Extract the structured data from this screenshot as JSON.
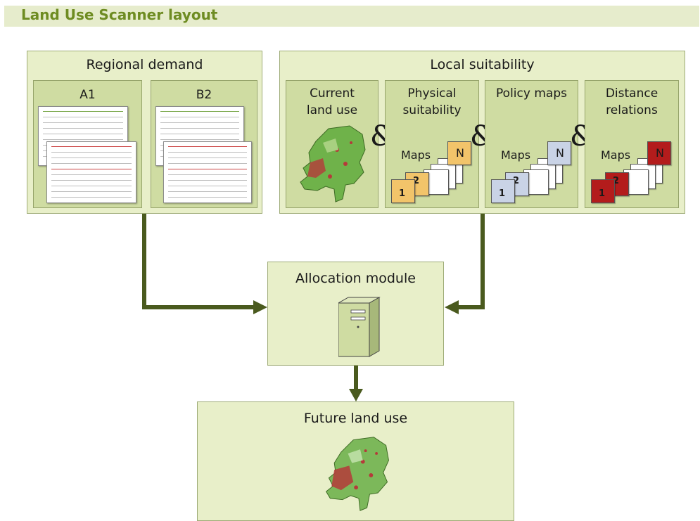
{
  "header": {
    "title": "Land Use Scanner layout"
  },
  "regional_demand": {
    "title": "Regional demand",
    "scenarios": [
      {
        "label": "A1"
      },
      {
        "label": "B2"
      }
    ]
  },
  "local_suitability": {
    "title": "Local suitability",
    "ampersand": "&",
    "current": {
      "title_line1": "Current",
      "title_line2": "land use"
    },
    "physical": {
      "title_line1": "Physical",
      "title_line2": "suitability",
      "maps_label": "Maps",
      "card_first": "1",
      "card_second": "2",
      "card_last": "N"
    },
    "policy": {
      "title_line1": "Policy maps",
      "maps_label": "Maps",
      "card_first": "1",
      "card_second": "2",
      "card_last": "N"
    },
    "distance": {
      "title_line1": "Distance",
      "title_line2": "relations",
      "maps_label": "Maps",
      "card_first": "1",
      "card_second": "2",
      "card_last": "N"
    }
  },
  "allocation": {
    "title": "Allocation module"
  },
  "future": {
    "title": "Future land use"
  },
  "colors": {
    "panel_fill": "#e8efc9",
    "inner_fill": "#cfdca2",
    "arrow": "#4a5a1e",
    "title_green": "#6e8c22",
    "physical_map": "#f2c46a",
    "policy_map": "#c9d3e6",
    "distance_map": "#b31c1c"
  }
}
